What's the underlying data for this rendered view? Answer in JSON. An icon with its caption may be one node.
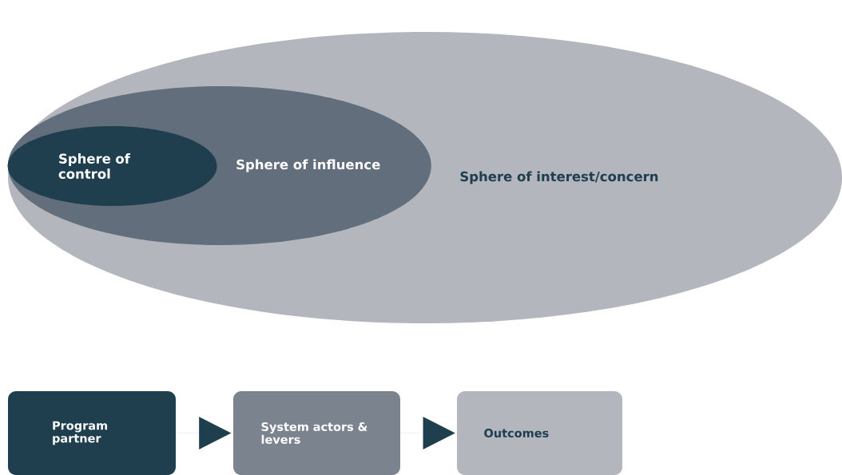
{
  "diagram": {
    "nodes": [
      {
        "text": [
          "Sphere of interest/concern"
        ]
      },
      {
        "text": [
          "Sphere of influence"
        ],
        "in": 0
      },
      {
        "text": [
          "Sphere of control"
        ],
        "in": 1
      },
      {
        "text": [
          "Program partner"
        ]
      },
      {
        "text": [
          "System actors & levers"
        ]
      },
      {
        "text": [
          "Outcomes"
        ]
      }
    ],
    "edges": [
      {
        "from": 3,
        "to": 4,
        "arrow": "to"
      },
      {
        "from": 4,
        "to": 5,
        "arrow": "to"
      }
    ]
  }
}
